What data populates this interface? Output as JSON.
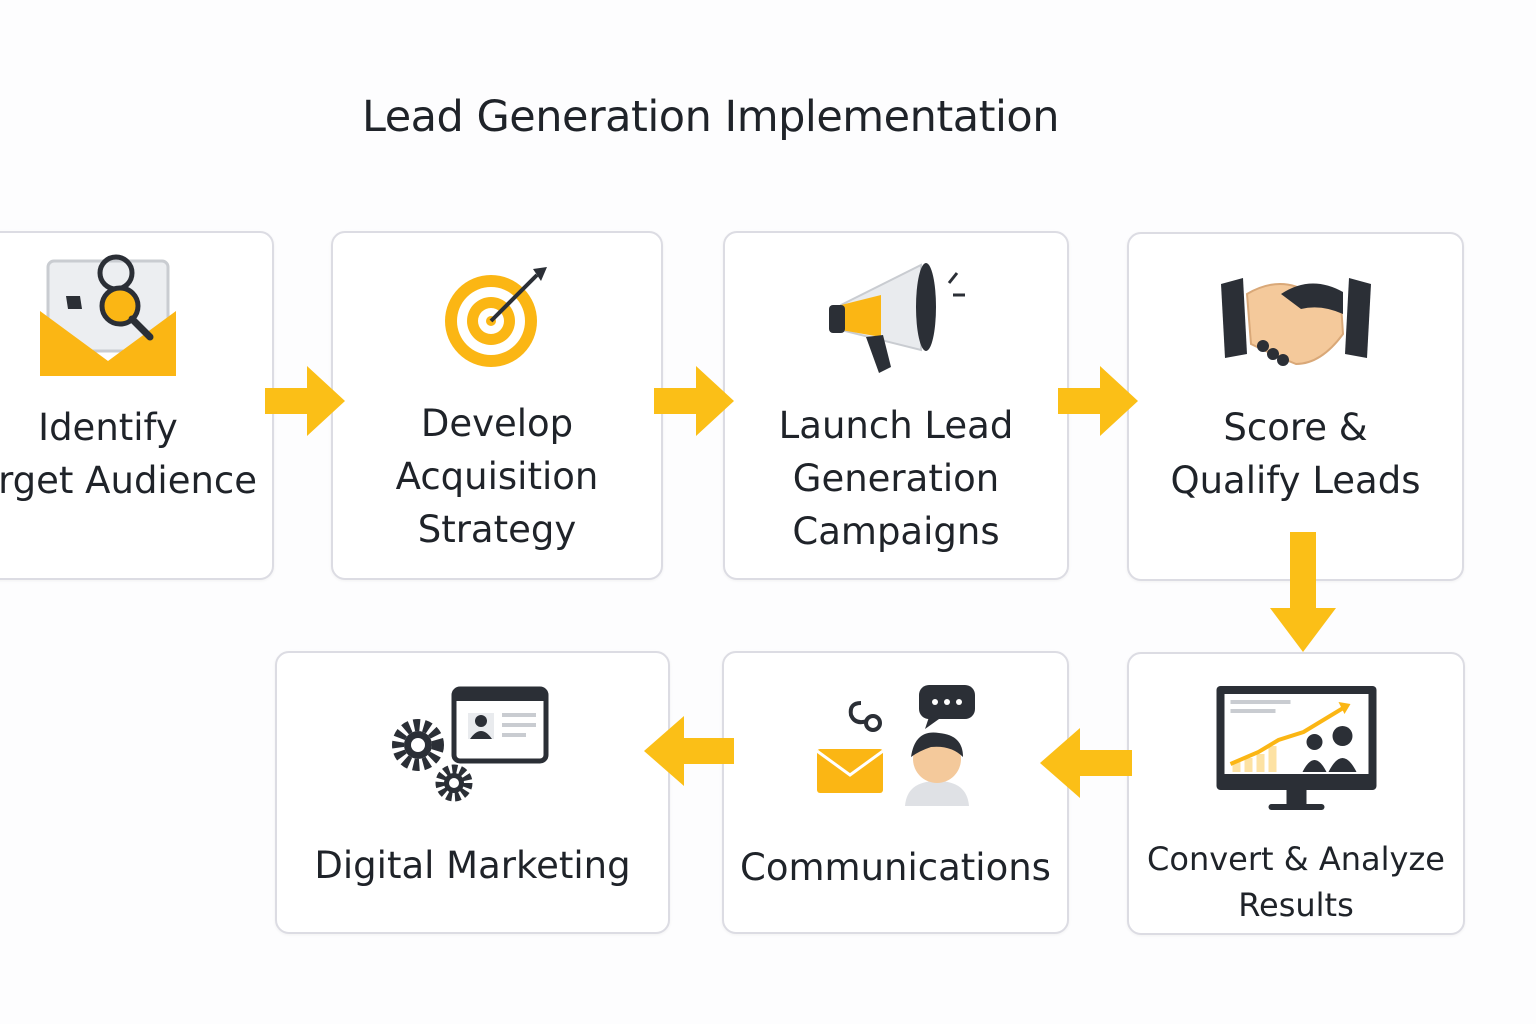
{
  "title": "Lead Generation Implementation",
  "steps": [
    {
      "label": "Identify\nTarget Audience",
      "icon": "envelope-search-icon"
    },
    {
      "label": "Develop\nAcquisition\nStrategy",
      "icon": "target-icon"
    },
    {
      "label": "Launch Lead\nGeneration\nCampaigns",
      "icon": "megaphone-icon"
    },
    {
      "label": "Score &\nQualify Leads",
      "icon": "handshake-icon"
    },
    {
      "label": "Convert & Analyze\nResults",
      "icon": "analytics-monitor-icon"
    },
    {
      "label": "Communications",
      "icon": "communications-icon"
    },
    {
      "label": "Digital Marketing",
      "icon": "gears-browser-icon"
    }
  ],
  "colors": {
    "accent": "#fbb614",
    "text": "#1f2329",
    "border": "#dcdce3",
    "dark": "#2b2f36"
  }
}
